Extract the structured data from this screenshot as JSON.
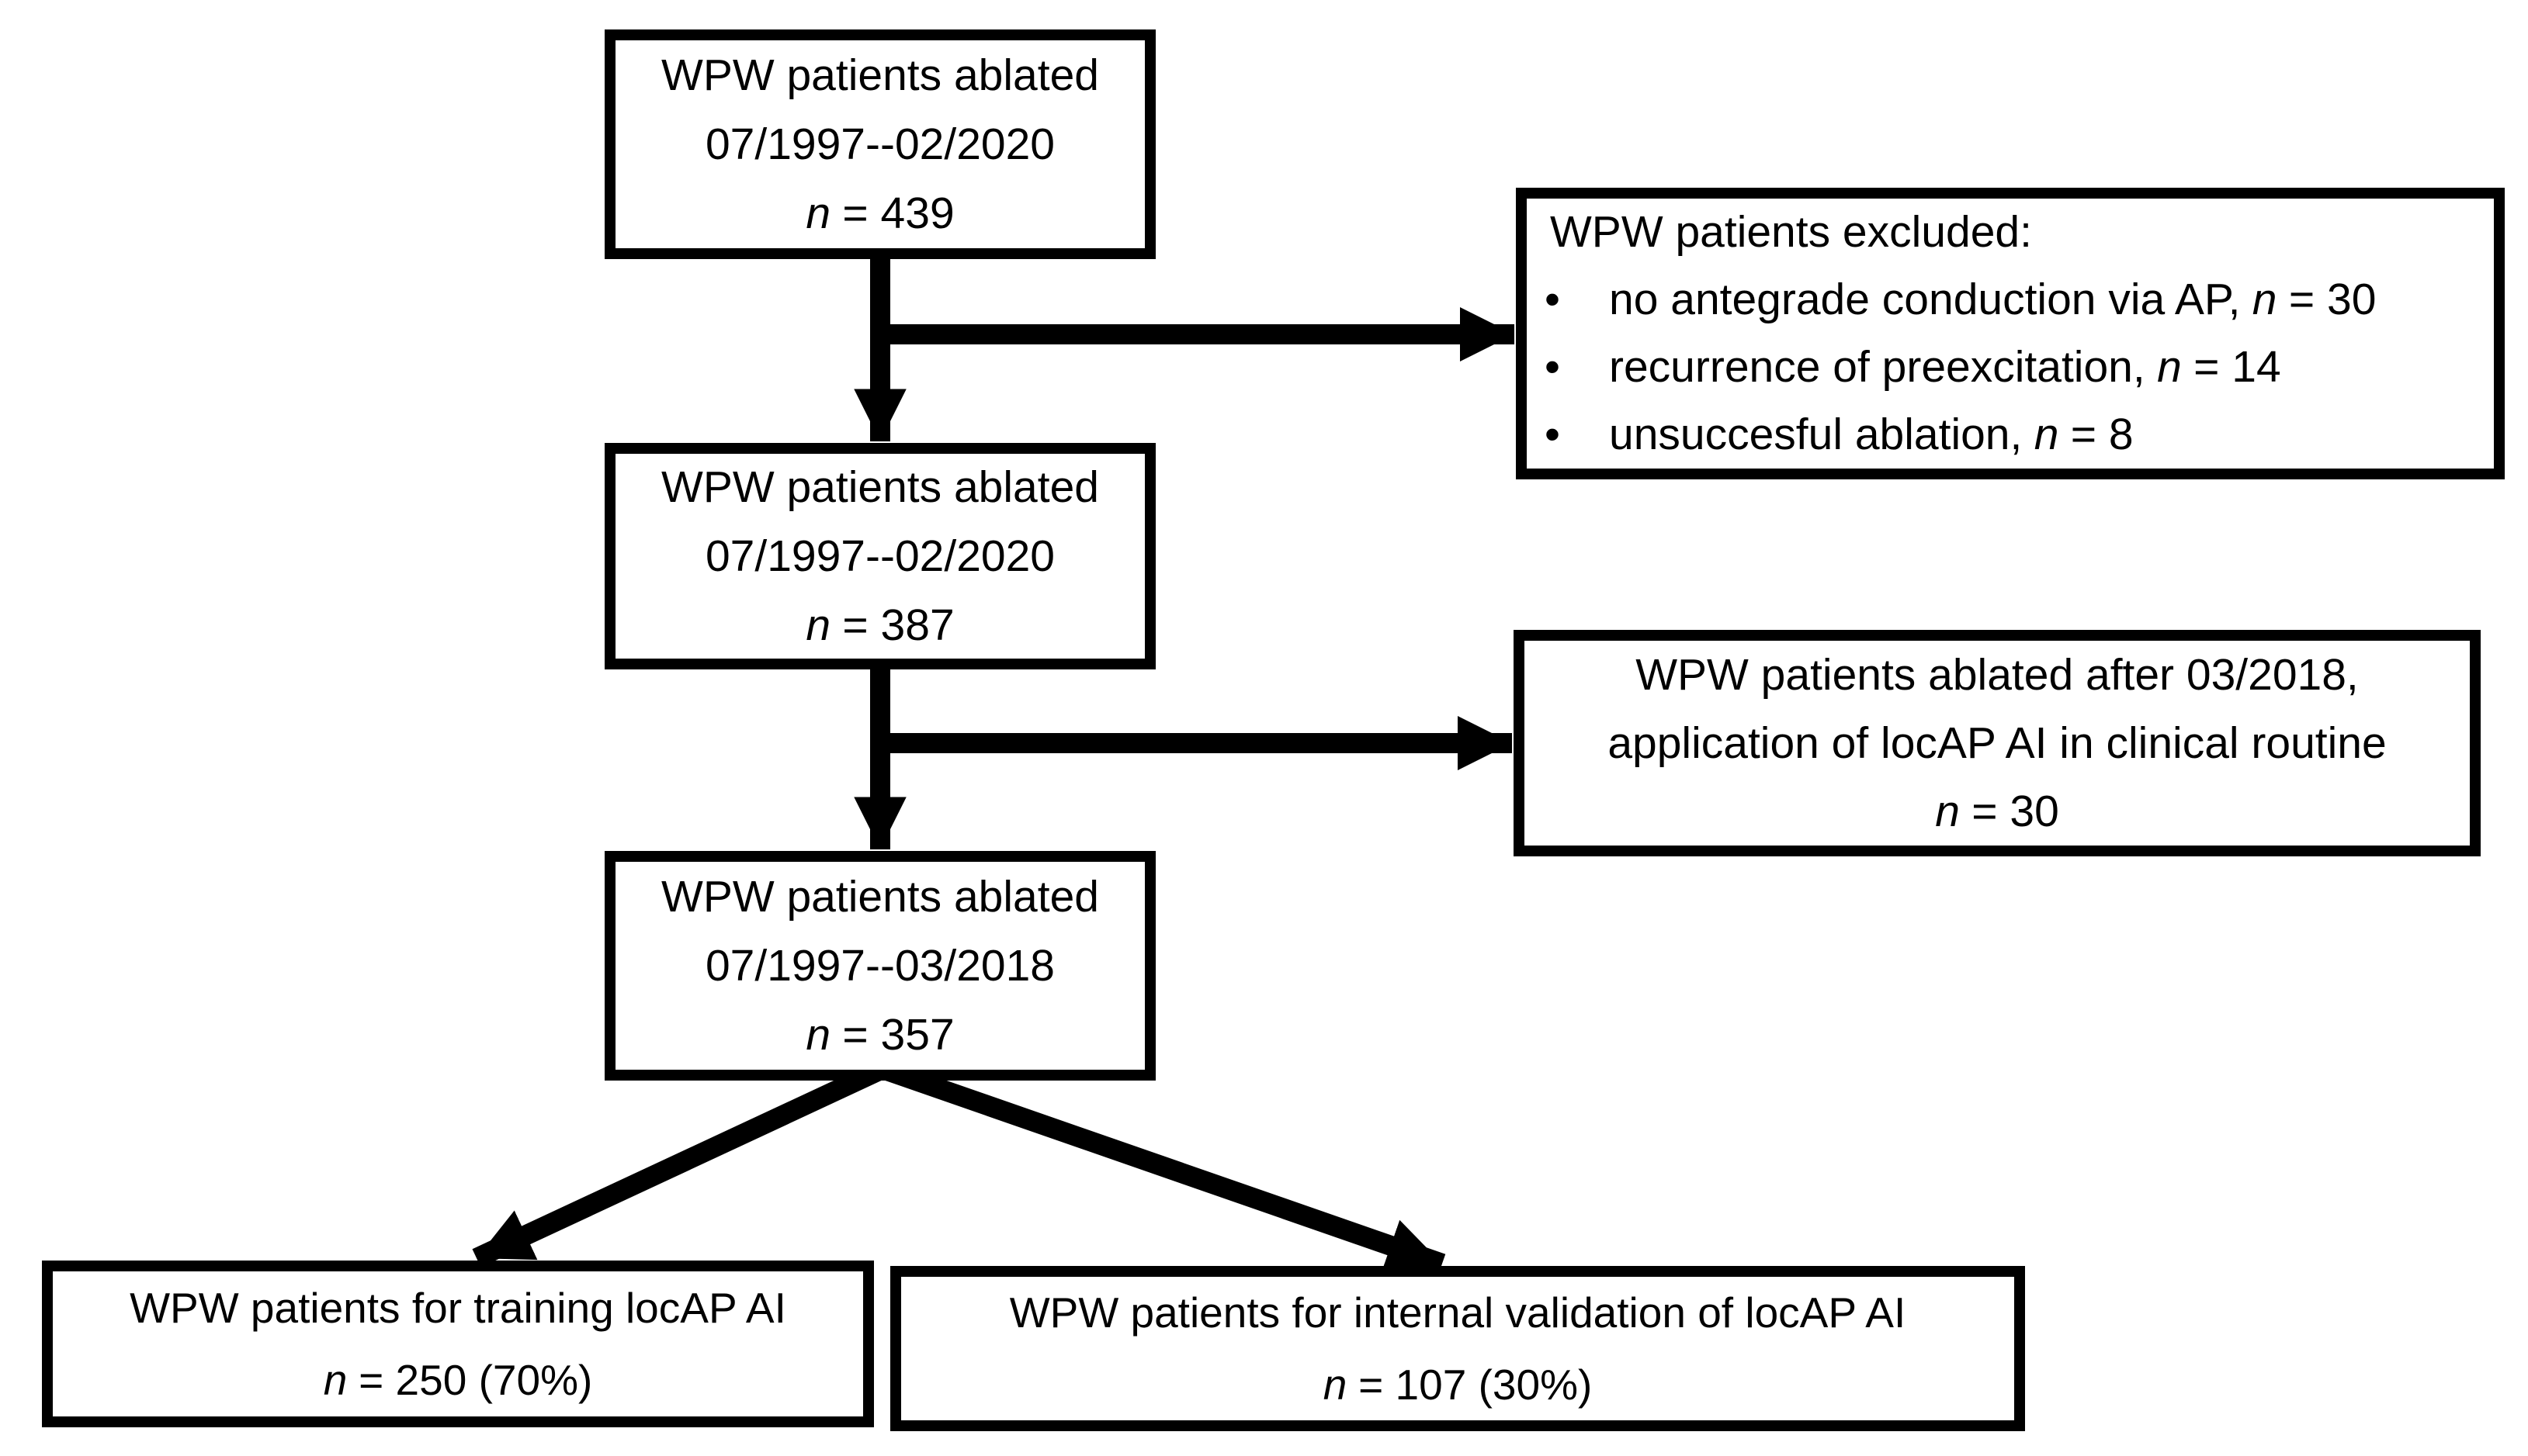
{
  "figure": {
    "background": "#ffffff",
    "ink": "#000000",
    "boxes": {
      "cohort1": {
        "line1": "WPW patients ablated",
        "line2": "07/1997--02/2020",
        "n_var": "n",
        "n_rest": "= 439"
      },
      "excluded": {
        "heading": "WPW patients excluded:",
        "bullet": "•",
        "items": [
          {
            "text": "no antegrade conduction via AP,",
            "n_var": "n",
            "n_rest": "= 30"
          },
          {
            "text": "recurrence of preexcitation,",
            "n_var": "n",
            "n_rest": "= 14"
          },
          {
            "text": "unsuccesful ablation,",
            "n_var": "n",
            "n_rest": "= 8"
          }
        ]
      },
      "cohort2": {
        "line1": "WPW patients ablated",
        "line2": "07/1997--02/2020",
        "n_var": "n",
        "n_rest": "= 387"
      },
      "routine": {
        "line1": "WPW patients ablated after 03/2018,",
        "line2": "application of locAP AI in clinical routine",
        "n_var": "n",
        "n_rest": "= 30"
      },
      "cohort3": {
        "line1": "WPW patients ablated",
        "line2": "07/1997--03/2018",
        "n_var": "n",
        "n_rest": "= 357"
      },
      "training": {
        "line1": "WPW patients for training locAP AI",
        "n_var": "n",
        "n_rest": "= 250 (70%)"
      },
      "validation": {
        "line1": "WPW patients for internal validation of locAP AI",
        "n_var": "n",
        "n_rest": "= 107 (30%)"
      }
    }
  }
}
